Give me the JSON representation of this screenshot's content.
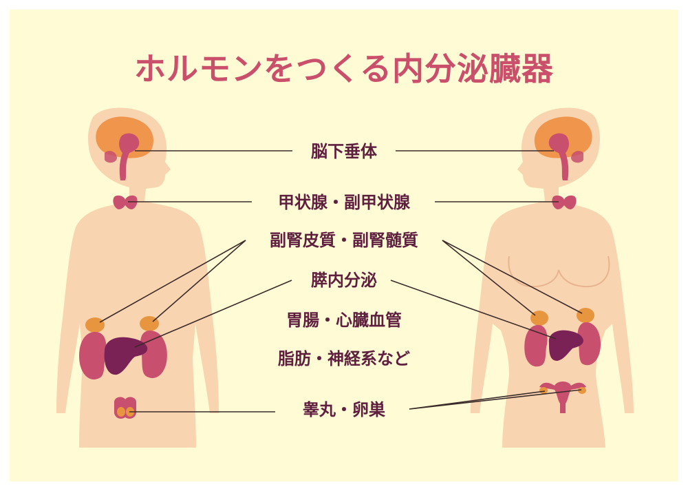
{
  "title": "ホルモンをつくる内分泌臓器",
  "labels": {
    "pituitary": "脳下垂体",
    "thyroid": "甲状腺・副甲状腺",
    "adrenal": "副腎皮質・副腎髄質",
    "pancreas": "膵内分泌",
    "gut_heart": "胃腸・心臓血管",
    "fat_nerve": "脂肪・神経系など",
    "gonads": "睾丸・卵巣"
  },
  "colors": {
    "background": "#fffbd5",
    "title": "#c94f6b",
    "label": "#5e1f3f",
    "body": "#f9d4b0",
    "brain": "#f0954c",
    "gland": "#c84f6d",
    "pancreas": "#7a2255",
    "adrenal": "#e89540",
    "line": "#3a2a2a"
  }
}
